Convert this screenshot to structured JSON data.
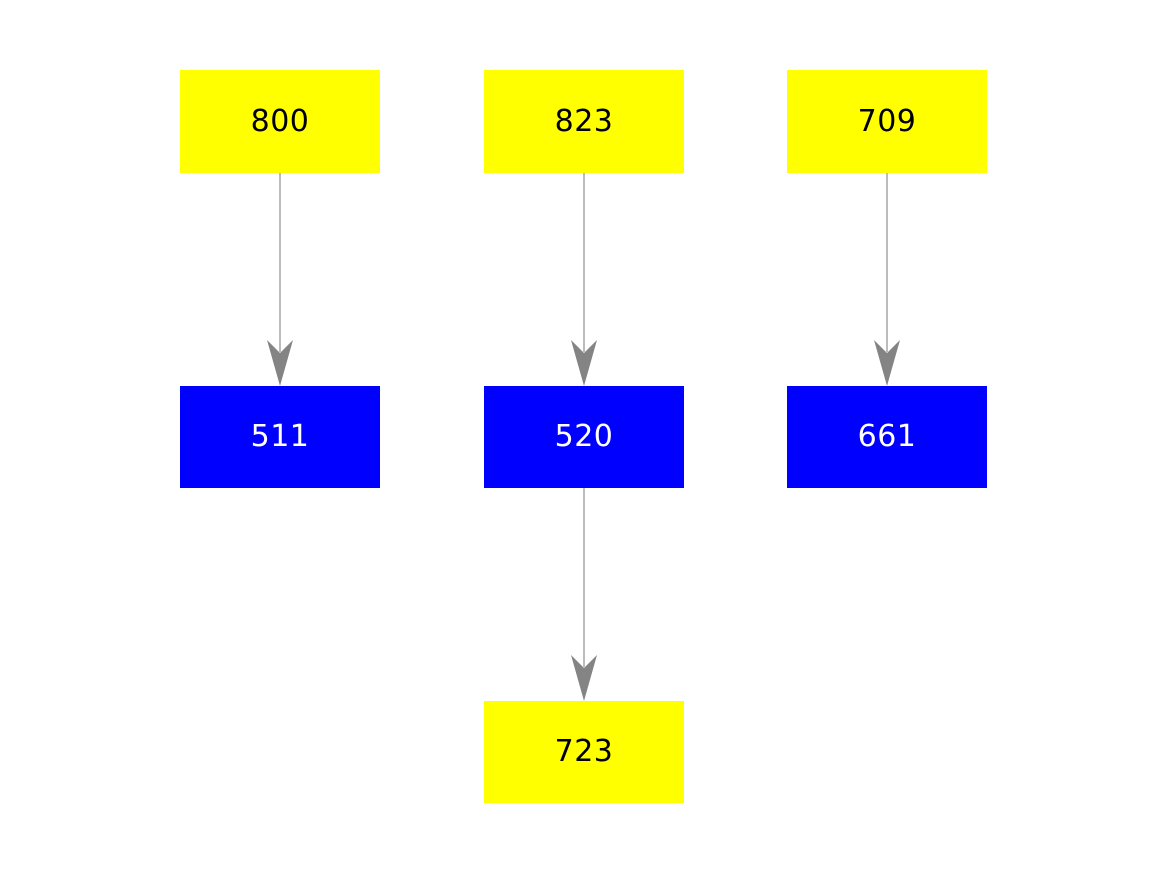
{
  "diagram": {
    "background_color": "#ffffff",
    "edge_line_color": "#a6a6a6",
    "edge_head_color": "#848484",
    "node_colors": {
      "yellow": "#ffff00",
      "blue": "#0000ff"
    },
    "nodes": [
      {
        "id": "800",
        "label": "800",
        "fill": "#ffff00",
        "text_color": "#000000"
      },
      {
        "id": "823",
        "label": "823",
        "fill": "#ffff00",
        "text_color": "#000000"
      },
      {
        "id": "709",
        "label": "709",
        "fill": "#ffff00",
        "text_color": "#000000"
      },
      {
        "id": "511",
        "label": "511",
        "fill": "#0000ff",
        "text_color": "#ffffff"
      },
      {
        "id": "520",
        "label": "520",
        "fill": "#0000ff",
        "text_color": "#ffffff"
      },
      {
        "id": "661",
        "label": "661",
        "fill": "#0000ff",
        "text_color": "#ffffff"
      },
      {
        "id": "723",
        "label": "723",
        "fill": "#ffff00",
        "text_color": "#000000"
      }
    ],
    "edges": [
      {
        "from": "800",
        "to": "511"
      },
      {
        "from": "823",
        "to": "520"
      },
      {
        "from": "709",
        "to": "661"
      },
      {
        "from": "520",
        "to": "723"
      }
    ]
  }
}
